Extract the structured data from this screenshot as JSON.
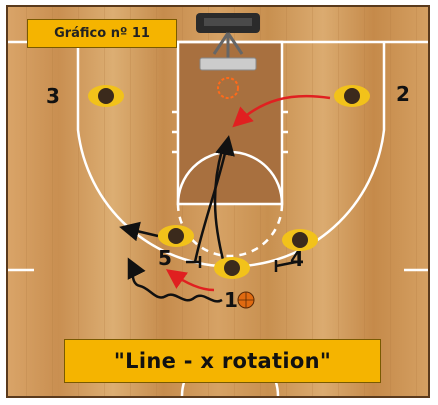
{
  "diagram": {
    "label": "Gráfico nº 11",
    "caption": "\"Line - x rotation\"",
    "players": [
      {
        "number": "3"
      },
      {
        "number": "2"
      },
      {
        "number": "5"
      },
      {
        "number": "4"
      },
      {
        "number": "1"
      }
    ],
    "colors": {
      "court_line": "#ffffff",
      "paint": "#a8703f",
      "label_bg": "#f5b400",
      "pass_arrow": "#e02020",
      "move_arrow": "#111111",
      "ball": "#e06a10"
    }
  }
}
